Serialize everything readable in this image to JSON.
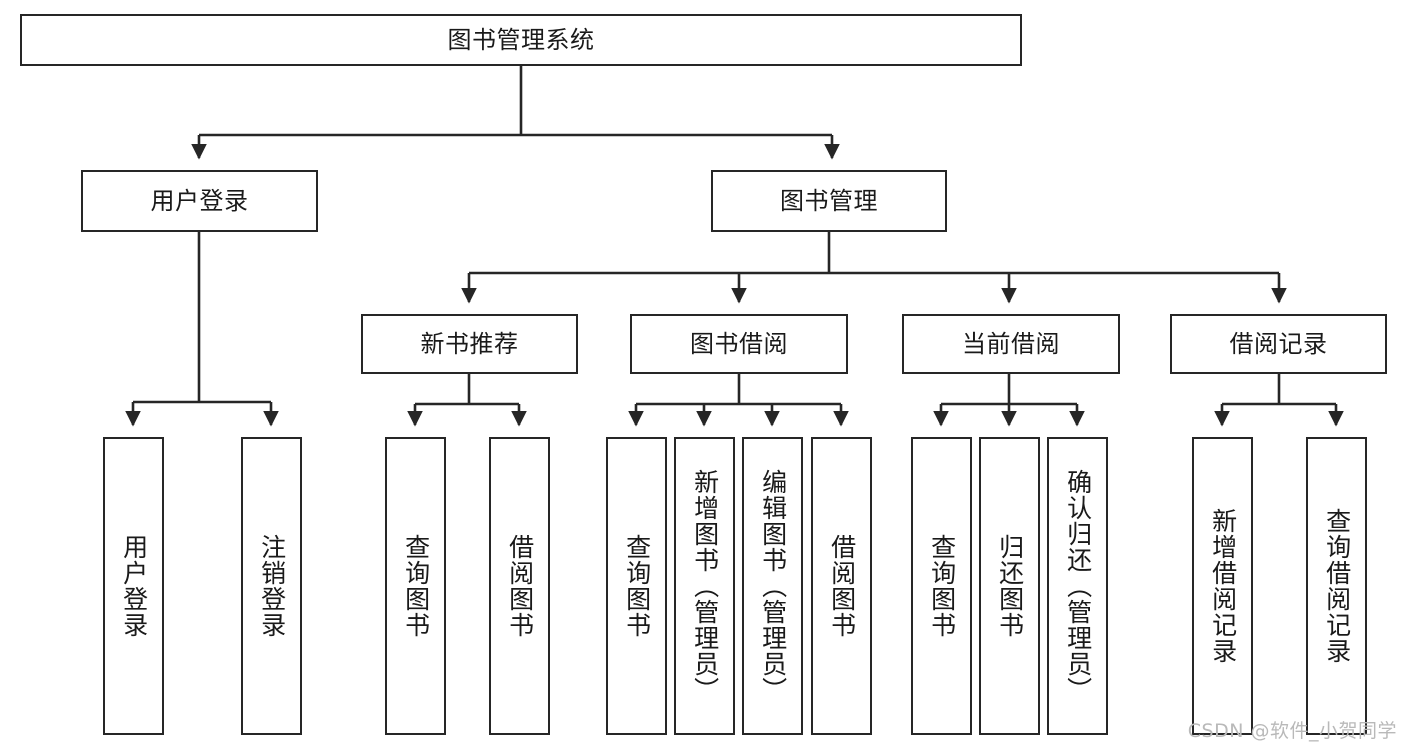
{
  "diagram": {
    "type": "tree-hierarchy-chart",
    "title": "图书管理系统",
    "stroke_color": "#262626",
    "background_color": "#ffffff",
    "root": {
      "id": "root",
      "label": "图书管理系统",
      "orientation": "horizontal"
    },
    "level2": [
      {
        "id": "user-login",
        "label": "用户登录",
        "orientation": "horizontal"
      },
      {
        "id": "book-management",
        "label": "图书管理",
        "orientation": "horizontal"
      }
    ],
    "level3": [
      {
        "id": "new-book-recommend",
        "label": "新书推荐",
        "orientation": "horizontal",
        "parent": "book-management"
      },
      {
        "id": "book-borrow",
        "label": "图书借阅",
        "orientation": "horizontal",
        "parent": "book-management"
      },
      {
        "id": "current-borrow",
        "label": "当前借阅",
        "orientation": "horizontal",
        "parent": "book-management"
      },
      {
        "id": "borrow-record",
        "label": "借阅记录",
        "orientation": "horizontal",
        "parent": "book-management"
      }
    ],
    "leaves": [
      {
        "id": "leaf-user-login",
        "label": "用户登录",
        "parent": "user-login"
      },
      {
        "id": "leaf-logout-login",
        "label": "注销登录",
        "parent": "user-login"
      },
      {
        "id": "leaf-query-book-1",
        "label": "查询图书",
        "parent": "new-book-recommend"
      },
      {
        "id": "leaf-borrow-book-1",
        "label": "借阅图书",
        "parent": "new-book-recommend"
      },
      {
        "id": "leaf-query-book-2",
        "label": "查询图书",
        "parent": "book-borrow"
      },
      {
        "id": "leaf-add-book",
        "label": "新增图书（管理员）",
        "parent": "book-borrow"
      },
      {
        "id": "leaf-edit-book",
        "label": "编辑图书（管理员）",
        "parent": "book-borrow"
      },
      {
        "id": "leaf-borrow-book-2",
        "label": "借阅图书",
        "parent": "book-borrow"
      },
      {
        "id": "leaf-query-book-3",
        "label": "查询图书",
        "parent": "current-borrow"
      },
      {
        "id": "leaf-return-book",
        "label": "归还图书",
        "parent": "current-borrow"
      },
      {
        "id": "leaf-confirm-return",
        "label": "确认归还（管理员）",
        "parent": "current-borrow"
      },
      {
        "id": "leaf-add-record",
        "label": "新增借阅记录",
        "parent": "borrow-record"
      },
      {
        "id": "leaf-query-record",
        "label": "查询借阅记录",
        "parent": "borrow-record"
      }
    ]
  },
  "watermark": {
    "text": "CSDN @软件_小贺同学"
  }
}
